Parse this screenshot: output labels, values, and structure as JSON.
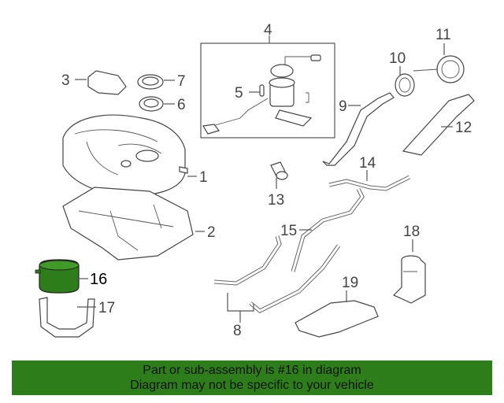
{
  "callouts": {
    "c1": "1",
    "c2": "2",
    "c3": "3",
    "c4": "4",
    "c5": "5",
    "c6": "6",
    "c7": "7",
    "c8": "8",
    "c9": "9",
    "c10": "10",
    "c11": "11",
    "c12": "12",
    "c13": "13",
    "c14": "14",
    "c15": "15",
    "c16": "16",
    "c17": "17",
    "c18": "18",
    "c19": "19"
  },
  "highlight_color": "#2e7d1b",
  "footer": {
    "line1": "Part or sub-assembly is #16 in diagram",
    "line2": "Diagram may not be specific to your vehicle"
  }
}
